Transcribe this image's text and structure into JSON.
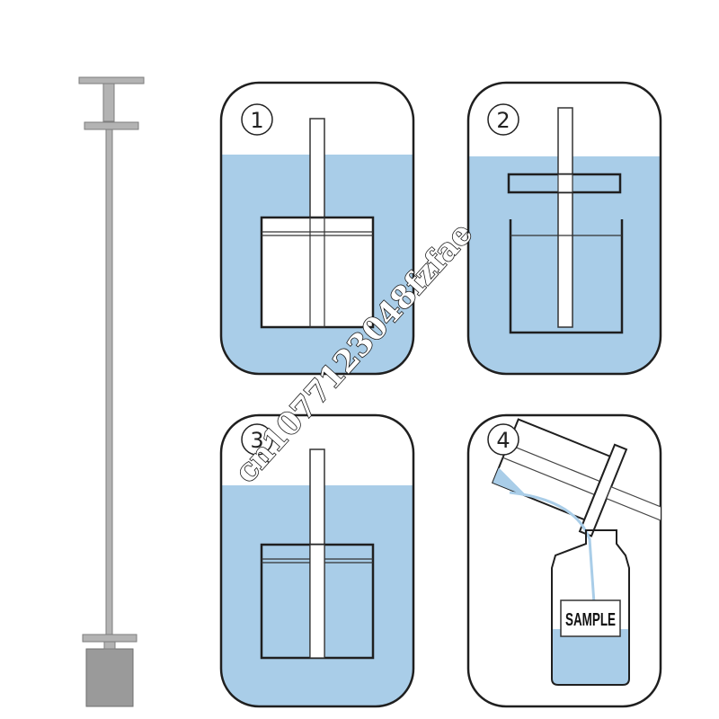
{
  "colors": {
    "water": "#a9cde8",
    "outline": "#1f1f1f",
    "tool": "#a7a7a7",
    "tool_dark": "#7e7e7e"
  },
  "steps": [
    {
      "number": "1"
    },
    {
      "number": "2"
    },
    {
      "number": "3"
    },
    {
      "number": "4"
    }
  ],
  "bottle": {
    "label": "SAMPLE"
  },
  "watermark": "cn1077123048fzfae"
}
